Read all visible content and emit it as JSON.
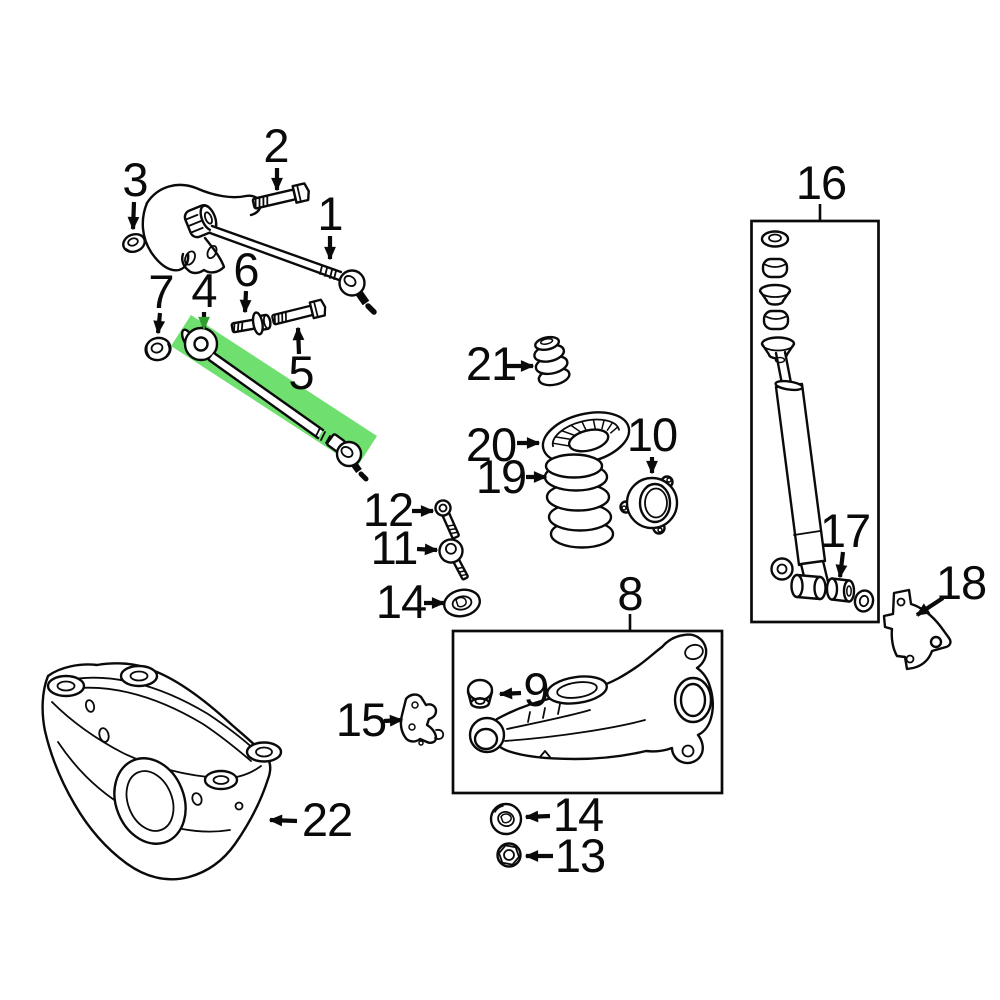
{
  "colors": {
    "background": "#ffffff",
    "line": "#0a0a0a",
    "highlight": "#6FDF6F",
    "highlight_arrowhead": "#2F9E2F"
  },
  "highlighted_part_number": "4",
  "callouts": {
    "c1": "1",
    "c2": "2",
    "c3": "3",
    "c4": "4",
    "c5": "5",
    "c6": "6",
    "c7": "7",
    "c8": "8",
    "c9": "9",
    "c10": "10",
    "c11": "11",
    "c12": "12",
    "c13": "13",
    "c14a": "14",
    "c14b": "14",
    "c15": "15",
    "c16": "16",
    "c17": "17",
    "c18": "18",
    "c19": "19",
    "c20": "20",
    "c21": "21",
    "c22": "22"
  }
}
